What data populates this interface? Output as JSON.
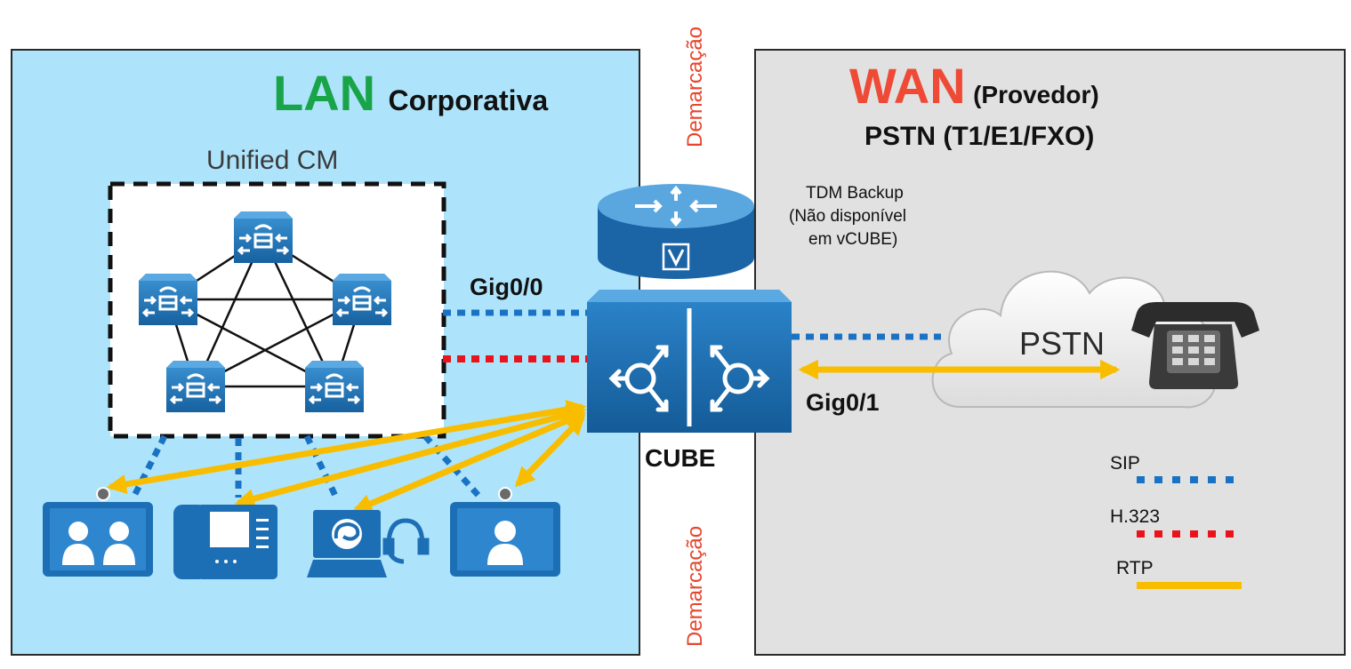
{
  "lan": {
    "title": "LAN",
    "subtitle": "Corporativa",
    "cluster_label": "Unified CM"
  },
  "wan": {
    "title": "WAN",
    "subtitle": "(Provedor)",
    "pstn_line": "PSTN (T1/E1/FXO)"
  },
  "demarcation": {
    "label_top": "Demarcação",
    "label_bottom": "Demarcação"
  },
  "router": {
    "note_line1": "TDM Backup",
    "note_line2": "(Não disponível",
    "note_line3": "em vCUBE)"
  },
  "cube": {
    "label": "CUBE",
    "port_lan": "Gig0/0",
    "port_wan": "Gig0/1"
  },
  "cloud": {
    "label": "PSTN"
  },
  "legend": [
    {
      "label": "SIP",
      "color": "#1a72c4",
      "style": "dotted"
    },
    {
      "label": "H.323",
      "color": "#e8131b",
      "style": "dotted"
    },
    {
      "label": "RTP",
      "color": "#f9bd00",
      "style": "solid"
    }
  ],
  "colors": {
    "lan_title": "#19a449",
    "wan_title": "#ee4a36",
    "demarcation": "#e8452c",
    "cisco_blue": "#1e74bd",
    "lan_bg": "#aee4fb",
    "wan_bg": "#e1e1e1"
  },
  "icons": [
    "unified-cm-server-icon",
    "router-icon",
    "cube-icon",
    "cloud-icon",
    "desk-phone-icon",
    "video-endpoint-icon",
    "ip-phone-icon",
    "softphone-laptop-icon",
    "headset-icon"
  ]
}
